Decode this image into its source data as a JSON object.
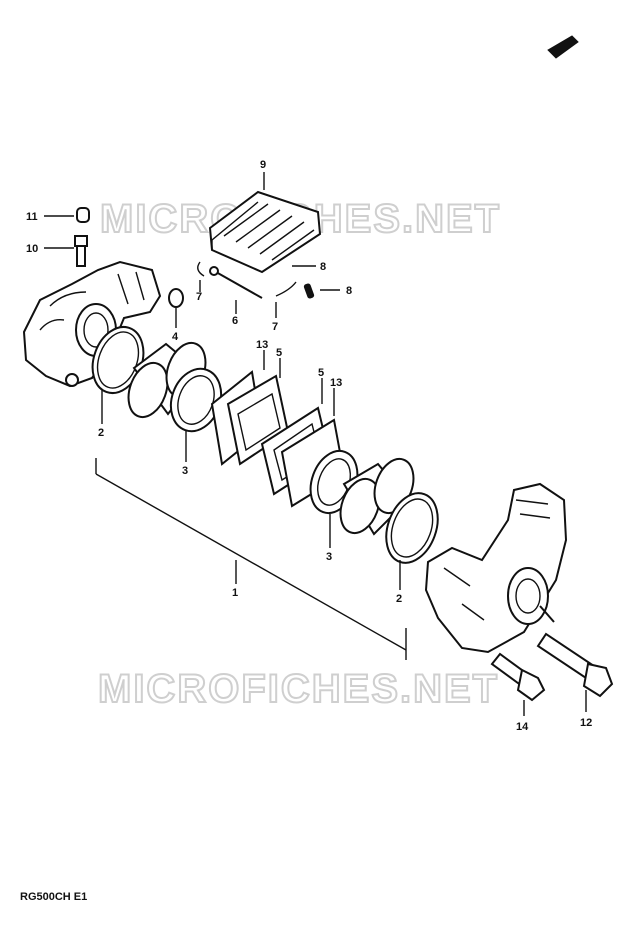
{
  "diagram": {
    "model_code": "RG500CH E1",
    "watermark_top": "MICROFICHES.NET",
    "watermark_bottom": "MICROFICHES.NET",
    "callouts": [
      {
        "id": "c9",
        "label": "9"
      },
      {
        "id": "c11",
        "label": "11"
      },
      {
        "id": "c10",
        "label": "10"
      },
      {
        "id": "c8a",
        "label": "8"
      },
      {
        "id": "c8b",
        "label": "8"
      },
      {
        "id": "c7a",
        "label": "7"
      },
      {
        "id": "c7b",
        "label": "7"
      },
      {
        "id": "c6",
        "label": "6"
      },
      {
        "id": "c4",
        "label": "4"
      },
      {
        "id": "c13a",
        "label": "13"
      },
      {
        "id": "c5a",
        "label": "5"
      },
      {
        "id": "c5b",
        "label": "5"
      },
      {
        "id": "c13b",
        "label": "13"
      },
      {
        "id": "c2a",
        "label": "2"
      },
      {
        "id": "c3a",
        "label": "3"
      },
      {
        "id": "c1",
        "label": "1"
      },
      {
        "id": "c3b",
        "label": "3"
      },
      {
        "id": "c2b",
        "label": "2"
      },
      {
        "id": "c14",
        "label": "14"
      },
      {
        "id": "c12",
        "label": "12"
      }
    ]
  }
}
